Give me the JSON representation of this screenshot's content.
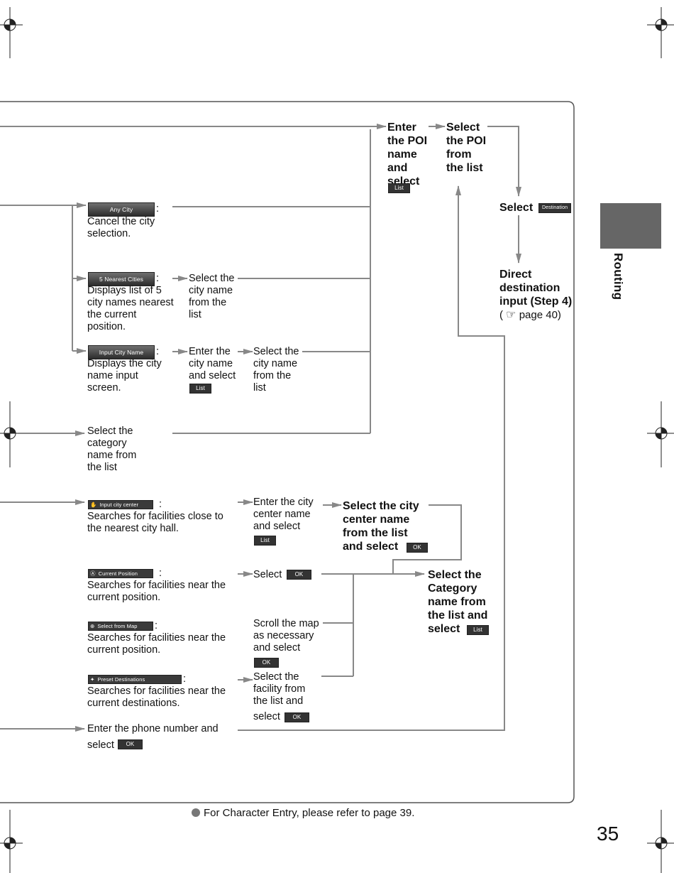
{
  "top": {
    "poi_name": "Enter\nthe POI\nname\nand\nselect",
    "poi_list_btn": "List",
    "select_poi": "Select\nthe POI\nfrom\nthe list",
    "select_destination_text": "Select",
    "destination_btn": "Destination",
    "direct_dest": "Direct\ndestination\ninput (Step 4)",
    "page_ref": "page 40"
  },
  "city": {
    "any_city_btn": "Any City",
    "any_city_desc": "Cancel the city\nselection.",
    "nearest_btn": "5 Nearest Cities",
    "nearest_desc": "Displays list of 5\ncity names nearest\nthe current\nposition.",
    "nearest_select": "Select the\ncity name\nfrom the\nlist",
    "input_btn": "Input City Name",
    "input_desc": "Displays the city\nname input\nscreen.",
    "input_enter": "Enter the\ncity name\nand select",
    "input_list_btn": "List",
    "input_select": "Select the\ncity name\nfrom the\nlist",
    "colon": ":"
  },
  "category": {
    "text": "Select the\ncategory\nname from\nthe list"
  },
  "facilities": {
    "input_city_center_btn": "Input city center",
    "input_city_center_desc": "Searches for facilities close to\nthe nearest city hall.",
    "enter_city_center": "Enter the city\ncenter name\nand select",
    "enter_list_btn": "List",
    "select_city_center": "Select the city\ncenter name\nfrom the list\nand select",
    "ok_btn": "OK",
    "current_position_btn": "Current Position",
    "current_position_desc": "Searches for facilities near the\ncurrent position.",
    "select_text": "Select",
    "select_from_map_btn": "Select from Map",
    "select_from_map_desc": "Searches for facilities near the\ncurrent position.",
    "scroll_map": "Scroll the map\nas necessary\nand select",
    "preset_btn": "Preset Destinations",
    "preset_desc": "Searches for facilities near the\ncurrent destinations.",
    "select_facility": "Select the\nfacility from\nthe list and",
    "select_word": "select",
    "select_category": "Select the\nCategory\nname from\nthe list and\nselect",
    "category_list_btn": "List"
  },
  "phone": {
    "text": "Enter the phone number and",
    "select_word": "select",
    "ok_btn": "OK"
  },
  "side_tab": "Routing",
  "footnote": "For Character Entry, please refer to page 39.",
  "page_number": "35"
}
